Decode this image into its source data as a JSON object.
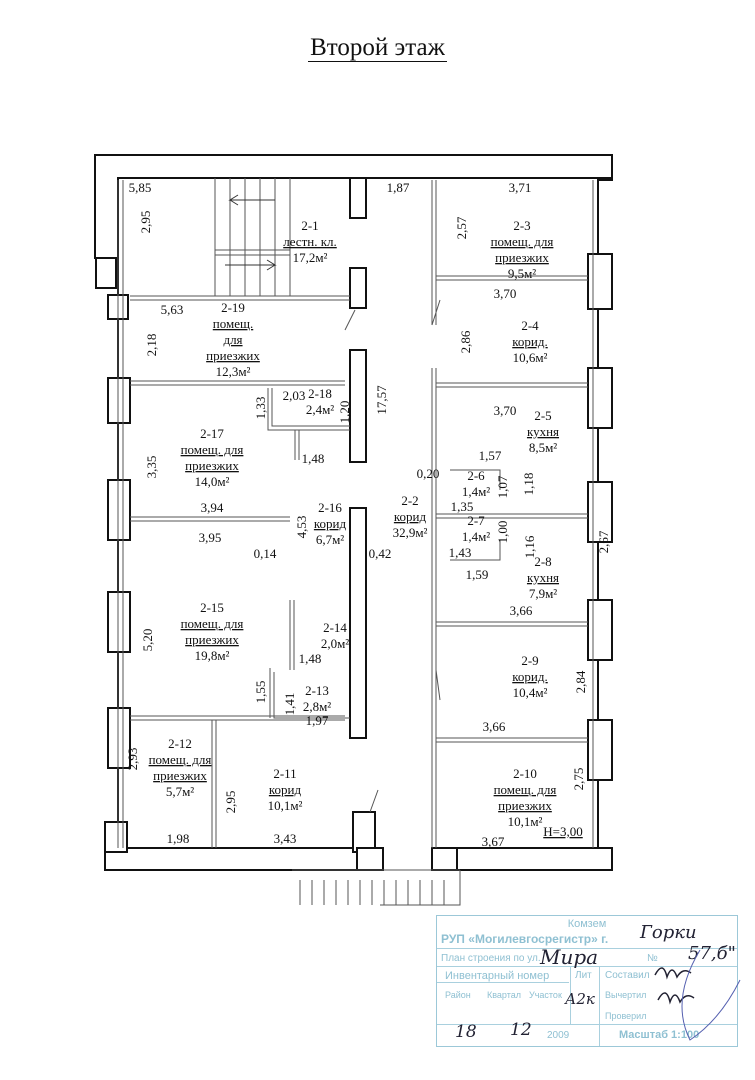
{
  "title": "Второй этаж",
  "rooms": [
    {
      "id": "2-1",
      "name": [
        "лестн. кл."
      ],
      "area": "17,2м²"
    },
    {
      "id": "2-2",
      "name": [
        "корид"
      ],
      "area": "32,9м²"
    },
    {
      "id": "2-3",
      "name": [
        "помещ. для",
        "приезжих"
      ],
      "area": "9,5м²"
    },
    {
      "id": "2-4",
      "name": [
        "корид."
      ],
      "area": "10,6м²"
    },
    {
      "id": "2-5",
      "name": [
        "кухня"
      ],
      "area": "8,5м²"
    },
    {
      "id": "2-6",
      "name": [],
      "area": "1,4м²"
    },
    {
      "id": "2-7",
      "name": [],
      "area": "1,4м²"
    },
    {
      "id": "2-8",
      "name": [
        "кухня"
      ],
      "area": "7,9м²"
    },
    {
      "id": "2-9",
      "name": [
        "корид."
      ],
      "area": "10,4м²"
    },
    {
      "id": "2-10",
      "name": [
        "помещ. для",
        "приезжих"
      ],
      "area": "10,1м²"
    },
    {
      "id": "2-11",
      "name": [
        "корид"
      ],
      "area": "10,1м²"
    },
    {
      "id": "2-12",
      "name": [
        "помещ. для",
        "приезжих"
      ],
      "area": "5,7м²"
    },
    {
      "id": "2-13",
      "name": [],
      "area": "2,8м²"
    },
    {
      "id": "2-14",
      "name": [],
      "area": "2,0м²"
    },
    {
      "id": "2-15",
      "name": [
        "помещ. для",
        "приезжих"
      ],
      "area": "19,8м²"
    },
    {
      "id": "2-16",
      "name": [
        "корид"
      ],
      "area": "6,7м²"
    },
    {
      "id": "2-17",
      "name": [
        "помещ. для",
        "приезжих"
      ],
      "area": "14,0м²"
    },
    {
      "id": "2-18",
      "name": [],
      "area": "2,4м²"
    },
    {
      "id": "2-19",
      "name": [
        "помещ.",
        "для",
        "приезжих"
      ],
      "area": "12,3м²"
    }
  ],
  "dimensions": [
    "5,85",
    "2,95",
    "1,87",
    "3,71",
    "2,57",
    "3,70",
    "5,63",
    "2,18",
    "2,86",
    "2,03",
    "1,33",
    "1,20",
    "17,57",
    "3,70",
    "1,48",
    "3,35",
    "1,57",
    "0,20",
    "1,07",
    "1,18",
    "1,35",
    "1,00",
    "1,16",
    "1,43",
    "1,59",
    "3,94",
    "3,95",
    "0,14",
    "4,53",
    "0,42",
    "2,67",
    "3,66",
    "5,20",
    "1,48",
    "1,55",
    "1,41",
    "1,97",
    "2,84",
    "3,66",
    "2,93",
    "2,95",
    "2,75",
    "1,98",
    "3,43",
    "3,67",
    "H=3,00"
  ],
  "stamp": {
    "org_line1": "Комзем",
    "org_line2": "РУП «Могилевгосрегистр» г.",
    "city": "Горки",
    "plan_label": "План строения по ул.",
    "street": "Мира",
    "number_label": "№",
    "number": "57,б\"",
    "inventory_label": "Инвентарный номер",
    "lit_label": "Лит",
    "lit": "А2к",
    "district_label": "Район",
    "quarter_label": "Квартал",
    "plot_label": "Участок",
    "composed_label": "Составил",
    "drawn_label": "Вычертил",
    "checked_label": "Проверил",
    "date_day": "18",
    "date_month": "12",
    "date_year": "2009",
    "scale": "Масштаб 1:100"
  }
}
